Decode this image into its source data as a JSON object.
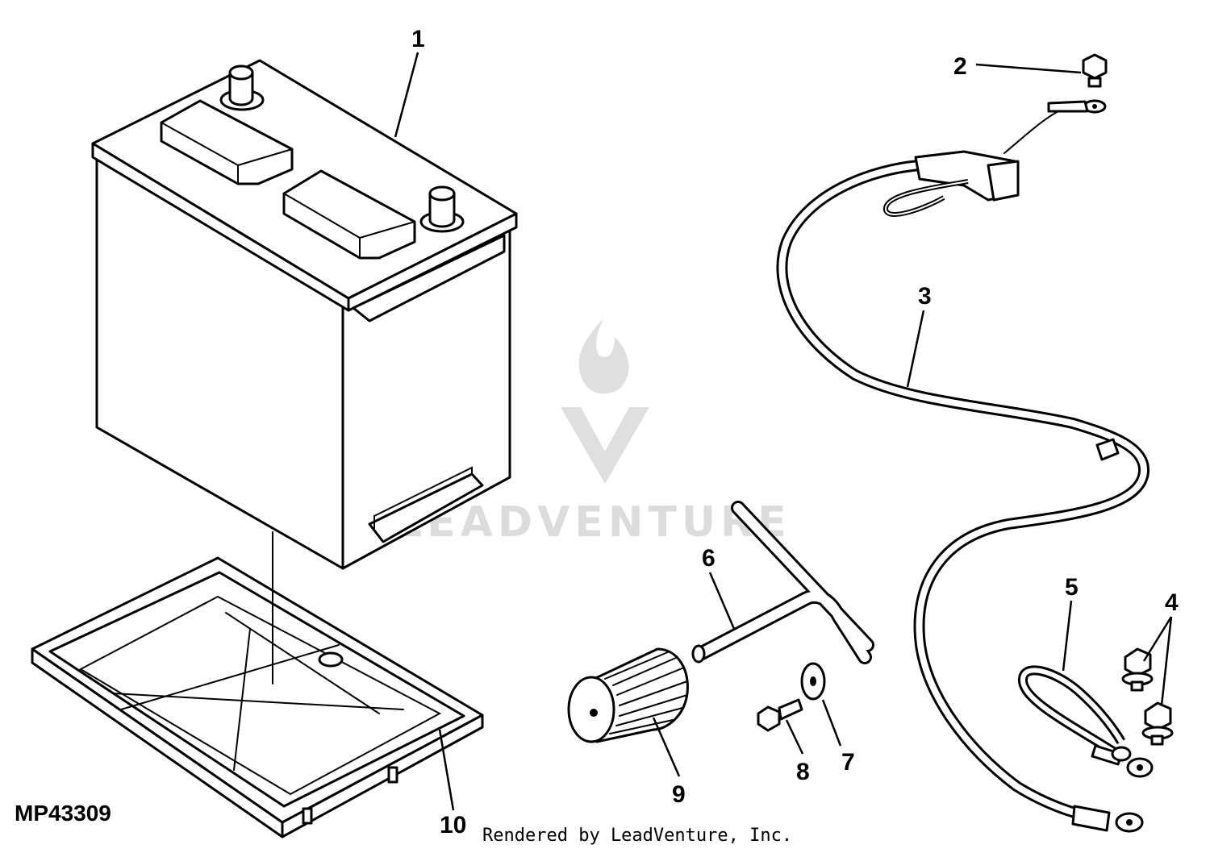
{
  "diagram": {
    "figure_id": "MP43309",
    "credit": "Rendered by LeadVenture, Inc.",
    "watermark": "LEADVENTURE",
    "callouts": [
      "1",
      "2",
      "3",
      "4",
      "5",
      "6",
      "7",
      "8",
      "9",
      "10"
    ],
    "colors": {
      "line": "#000000",
      "background": "#ffffff",
      "watermark": "#d9d9d9"
    }
  }
}
